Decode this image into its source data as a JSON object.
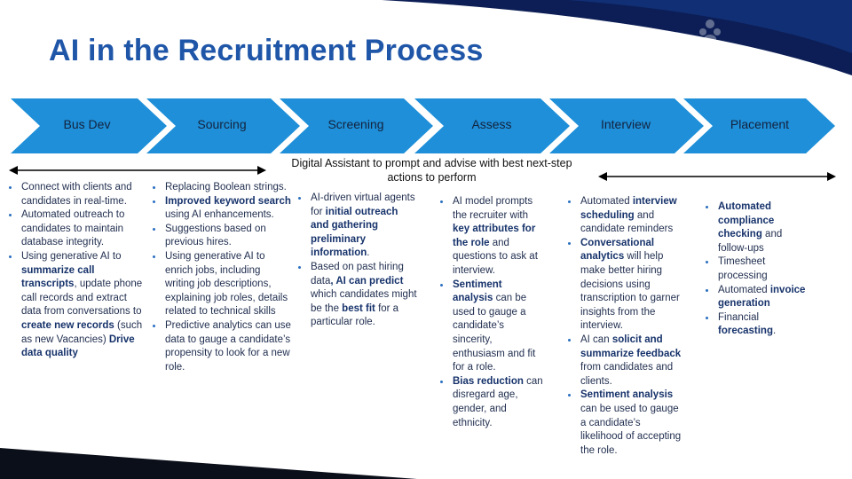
{
  "title": "AI in the Recruitment Process",
  "colors": {
    "title": "#1f56a8",
    "chevron": "#1e8fd8",
    "navy": "#0c1e55"
  },
  "stages": [
    "Bus Dev",
    "Sourcing",
    "Screening",
    "Assess",
    "Interview",
    "Placement"
  ],
  "digital_assistant": "Digital Assistant to prompt and advise with best next-step actions to perform",
  "columns": [
    [
      [
        {
          "t": "Connect with clients and candidates in real-time."
        }
      ],
      [
        {
          "t": "Automated outreach to candidates to maintain database integrity."
        }
      ],
      [
        {
          "t": "Using generative AI to "
        },
        {
          "t": "summarize call transcripts",
          "b": true
        },
        {
          "t": ", update phone call records and extract data from conversations to "
        },
        {
          "t": "create new records",
          "b": true
        },
        {
          "t": " (such as new Vacancies) "
        },
        {
          "t": "Drive data quality",
          "b": true
        }
      ]
    ],
    [
      [
        {
          "t": "Replacing Boolean strings."
        }
      ],
      [
        {
          "t": "Improved keyword search",
          "b": true
        },
        {
          "t": " using AI enhancements."
        }
      ],
      [
        {
          "t": "Suggestions based on previous hires."
        }
      ],
      [
        {
          "t": "Using generative AI to enrich jobs, including writing job descriptions, explaining job roles, details related to technical skills"
        }
      ],
      [
        {
          "t": "Predictive analytics can use data to gauge a candidate’s propensity to look for a new role."
        }
      ]
    ],
    [
      [
        {
          "t": "AI-driven virtual agents for "
        },
        {
          "t": "initial outreach and gathering preliminary information",
          "b": true
        },
        {
          "t": "."
        }
      ],
      [
        {
          "t": "Based on past hiring data"
        },
        {
          "t": ", AI can predict",
          "b": true
        },
        {
          "t": " which candidates might be the "
        },
        {
          "t": "best fit",
          "b": true
        },
        {
          "t": " for a particular role."
        }
      ]
    ],
    [
      [
        {
          "t": "AI model prompts the recruiter with "
        },
        {
          "t": "key attributes for the role",
          "b": true
        },
        {
          "t": " and questions to ask at interview."
        }
      ],
      [
        {
          "t": "Sentiment analysis",
          "b": true
        },
        {
          "t": " can be used to gauge a candidate’s sincerity, enthusiasm and fit for a role."
        }
      ],
      [
        {
          "t": "Bias reduction",
          "b": true
        },
        {
          "t": " can disregard age, gender, and ethnicity."
        }
      ]
    ],
    [
      [
        {
          "t": "Automated "
        },
        {
          "t": "interview scheduling",
          "b": true
        },
        {
          "t": " and candidate reminders"
        }
      ],
      [
        {
          "t": "Conversational analytics",
          "b": true
        },
        {
          "t": " will help make better hiring decisions using transcription to garner insights from the interview."
        }
      ],
      [
        {
          "t": "AI can "
        },
        {
          "t": "solicit and summarize feedback",
          "b": true
        },
        {
          "t": " from candidates and clients."
        }
      ],
      [
        {
          "t": "Sentiment analysis",
          "b": true
        },
        {
          "t": " can be used to gauge a candidate’s likelihood of accepting the role."
        }
      ]
    ],
    [
      [
        {
          "t": "Automated compliance checking",
          "b": true
        },
        {
          "t": " and follow-ups"
        }
      ],
      [
        {
          "t": "Timesheet processing"
        }
      ],
      [
        {
          "t": "Automated "
        },
        {
          "t": "invoice generation",
          "b": true
        }
      ],
      [
        {
          "t": "Financial "
        },
        {
          "t": "forecasting",
          "b": true
        },
        {
          "t": "."
        }
      ]
    ]
  ]
}
